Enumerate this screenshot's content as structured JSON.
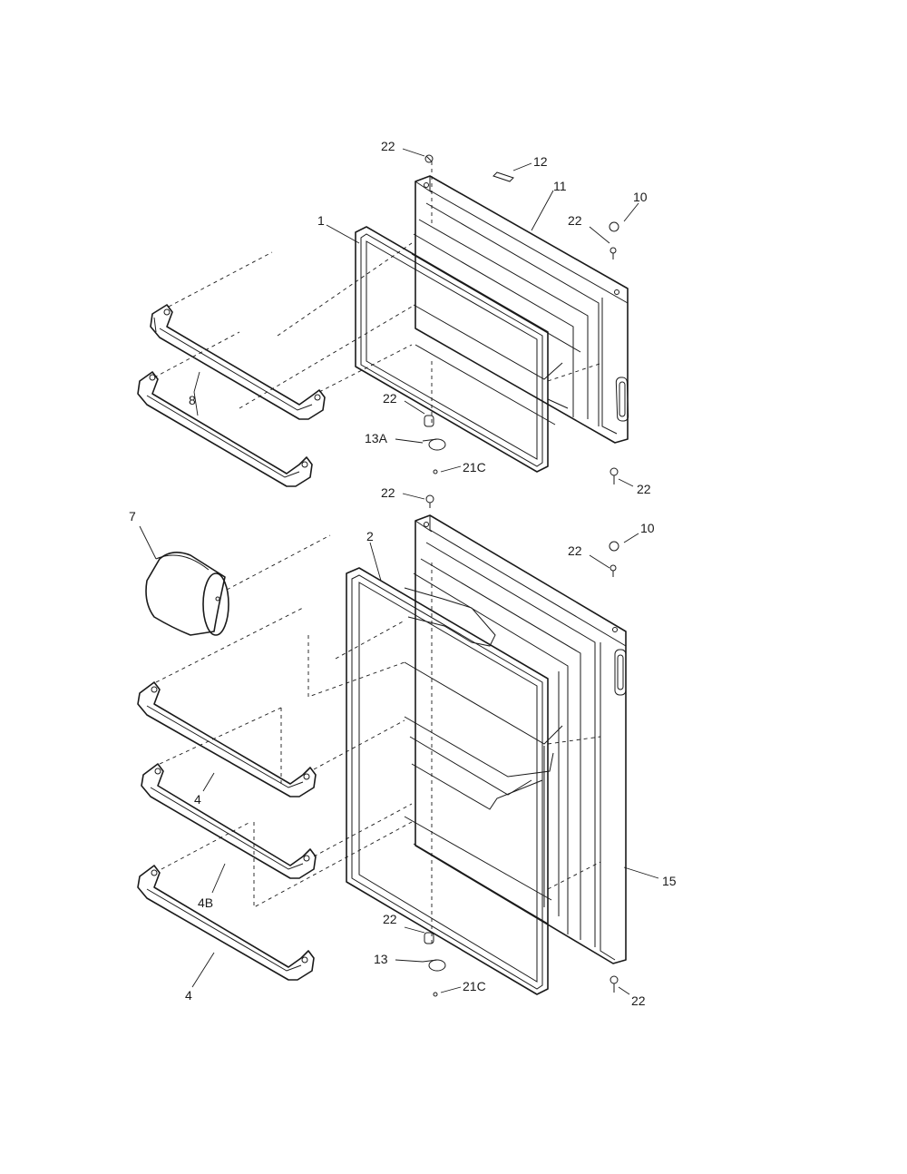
{
  "colors": {
    "line": "#1a1a1a",
    "background": "#ffffff"
  },
  "callouts": {
    "c22_top_hinge_pin": "22",
    "c12_top_label": "12",
    "c11_freezer_door": "11",
    "c10_top_plug": "10",
    "c22_top_plug_screw": "22",
    "c1_freezer_gasket": "1",
    "c8_freezer_shelf": "8",
    "c22_upper_center_pin": "22",
    "c13A_center_hinge": "13A",
    "c21C_upper_screw": "21C",
    "c22_upper_handle_screw": "22",
    "c22_center_pin": "22",
    "c7_butter_bin": "7",
    "c2_fresh_gasket": "2",
    "c10_lower_plug": "10",
    "c22_lower_plug_screw": "22",
    "c4_upper_shelf": "4",
    "c4B_middle_shelf": "4B",
    "c15_fresh_door": "15",
    "c22_bottom_pin": "22",
    "c13_bottom_hinge": "13",
    "c21C_lower_screw": "21C",
    "c4_lower_shelf": "4",
    "c22_lower_handle_screw": "22"
  }
}
